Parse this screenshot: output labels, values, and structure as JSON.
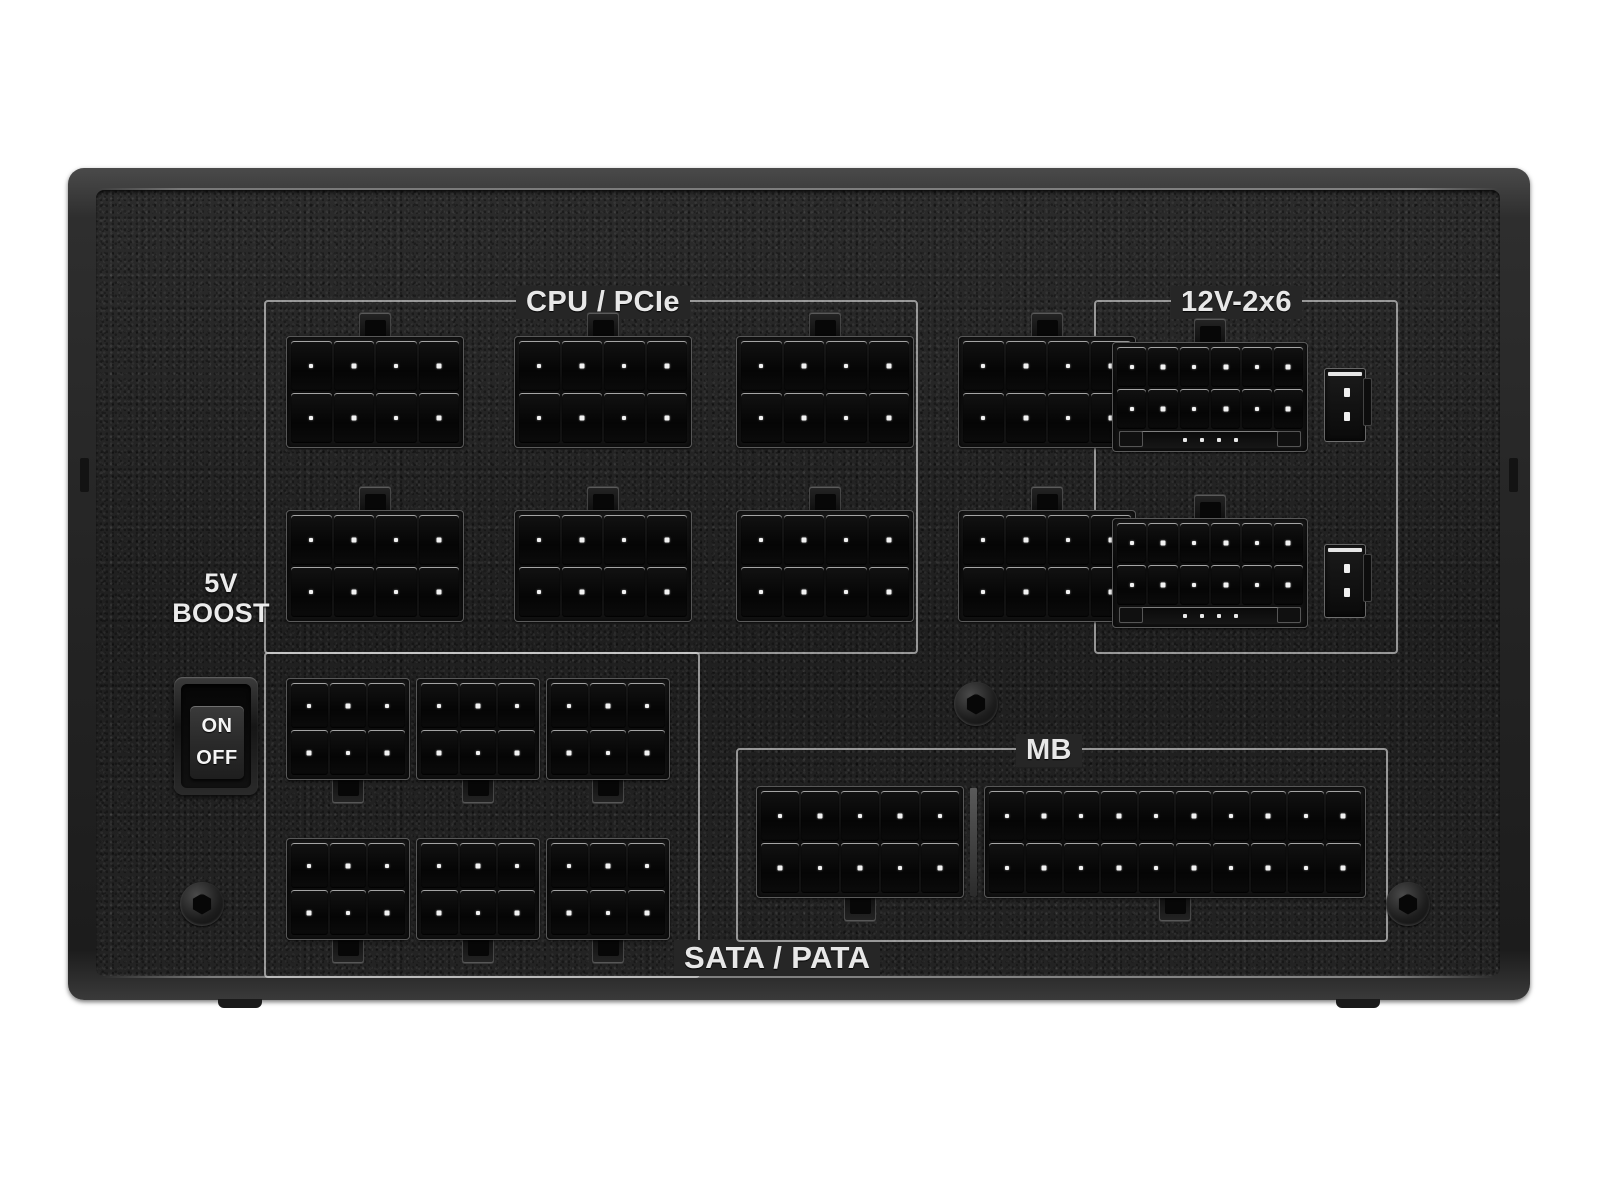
{
  "device": {
    "type": "modular-power-supply-rear-panel",
    "finish_color": "#262626",
    "label_color": "#e8e8e8"
  },
  "sections": [
    {
      "id": "cpu-pcie",
      "label": "CPU / PCIe",
      "label_position": "top-center",
      "connector_count": 8,
      "connector_pins": 8,
      "connector_layout": "4x2"
    },
    {
      "id": "12v-2x6",
      "label": "12V-2x6",
      "label_position": "top-center",
      "connector_count": 2,
      "connector_pins": 16,
      "connector_layout": "6x2 + 4 sideband",
      "aux_connector_count": 2,
      "aux_connector_pins": 2
    },
    {
      "id": "sata-pata",
      "label": "SATA / PATA",
      "label_position": "bottom-right",
      "connector_count": 6,
      "connector_pins": 6,
      "connector_layout": "3x2"
    },
    {
      "id": "mb",
      "label": "MB",
      "label_position": "top-center",
      "connectors": [
        {
          "pins": 10,
          "layout": "5x2"
        },
        {
          "pins": 20,
          "layout": "10x2"
        }
      ]
    }
  ],
  "switch": {
    "title_line1": "5V",
    "title_line2": "BOOST",
    "on_label": "ON",
    "off_label": "OFF",
    "state": "unknown"
  },
  "screws": {
    "count": 3,
    "type": "hex-socket"
  }
}
